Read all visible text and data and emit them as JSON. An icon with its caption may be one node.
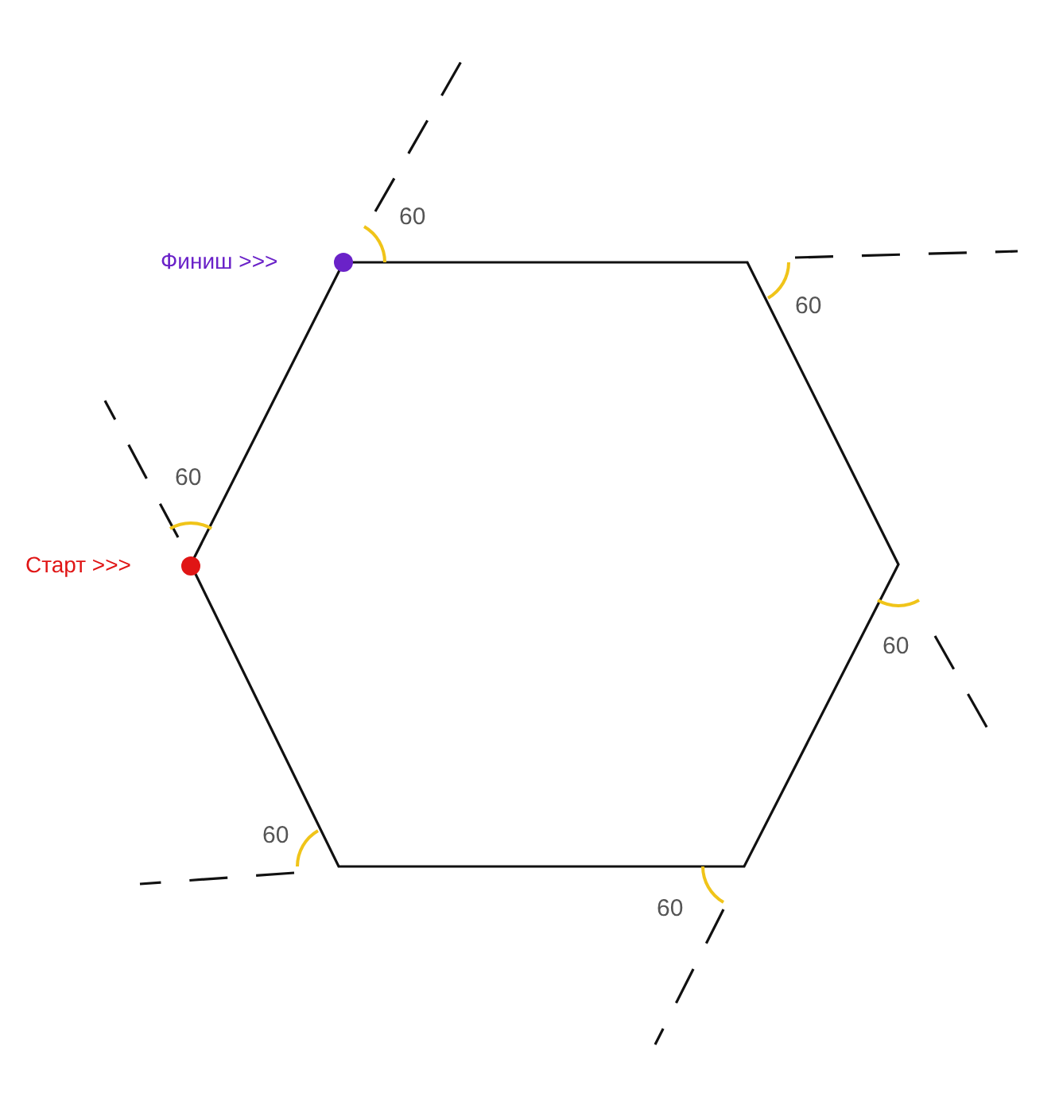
{
  "diagram": {
    "labels": [
      "60",
      "Финиш >>>",
      "60",
      "60",
      "Старт >>>",
      "60",
      "60",
      "60"
    ]
  }
}
